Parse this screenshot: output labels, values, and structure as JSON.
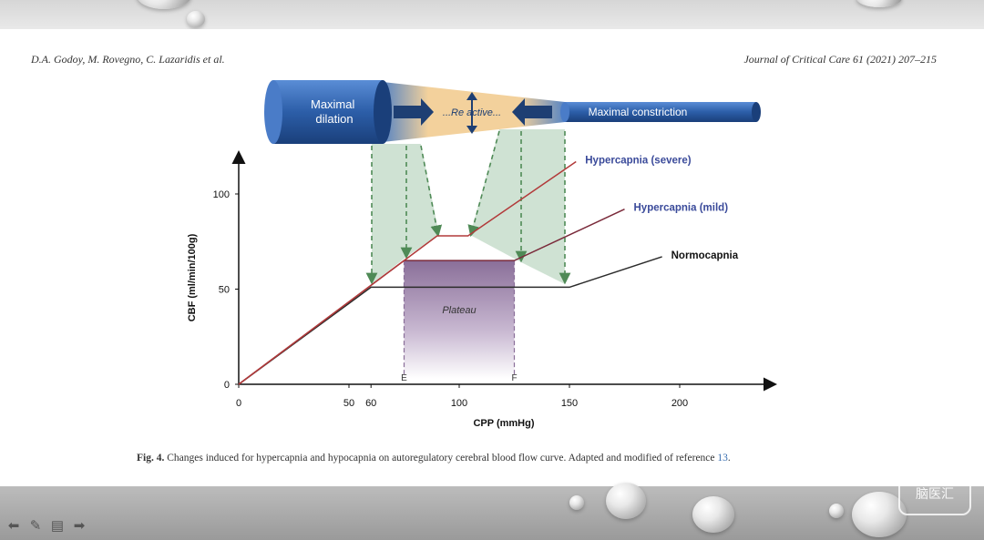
{
  "header": {
    "authors": "D.A. Godoy, M. Rovegno, C. Lazaridis et al.",
    "journal": "Journal of Critical Care 61 (2021) 207–215"
  },
  "caption": {
    "label": "Fig. 4.",
    "text": " Changes induced for hypercapnia and hypocapnia on autoregulatory cerebral blood flow curve. Adapted and modified of reference ",
    "ref": "13",
    "end": "."
  },
  "vessel": {
    "left": "Maximal\ndilation",
    "middle": "...Re active...",
    "right": "Maximal constriction"
  },
  "chart_data": {
    "type": "line",
    "xlabel": "CPP (mmHg)",
    "ylabel": "CBF (ml/min/100g)",
    "x_ticks": [
      0,
      50,
      60,
      100,
      150,
      200
    ],
    "y_ticks": [
      0,
      50,
      100
    ],
    "xlim": [
      0,
      240
    ],
    "ylim": [
      0,
      120
    ],
    "series": [
      {
        "name": "Normocapnia",
        "color": "#2b2b2b",
        "points": [
          [
            0,
            0
          ],
          [
            60,
            51
          ],
          [
            150,
            51
          ],
          [
            192,
            67
          ]
        ]
      },
      {
        "name": "Hypercapnia (mild)",
        "color": "#7a2a3a",
        "points": [
          [
            0,
            0
          ],
          [
            75,
            65
          ],
          [
            125,
            65
          ],
          [
            175,
            92
          ]
        ]
      },
      {
        "name": "Hypercapnia (severe)",
        "color": "#b23a3a",
        "points": [
          [
            0,
            0
          ],
          [
            75,
            65
          ],
          [
            90,
            78
          ],
          [
            104,
            78
          ],
          [
            153,
            117
          ]
        ]
      }
    ],
    "plateau": {
      "label": "Plateau",
      "x_start": 75,
      "x_end": 125,
      "y_top": 65,
      "start_label": "E",
      "end_label": "F"
    }
  },
  "watermark": "脑医汇"
}
